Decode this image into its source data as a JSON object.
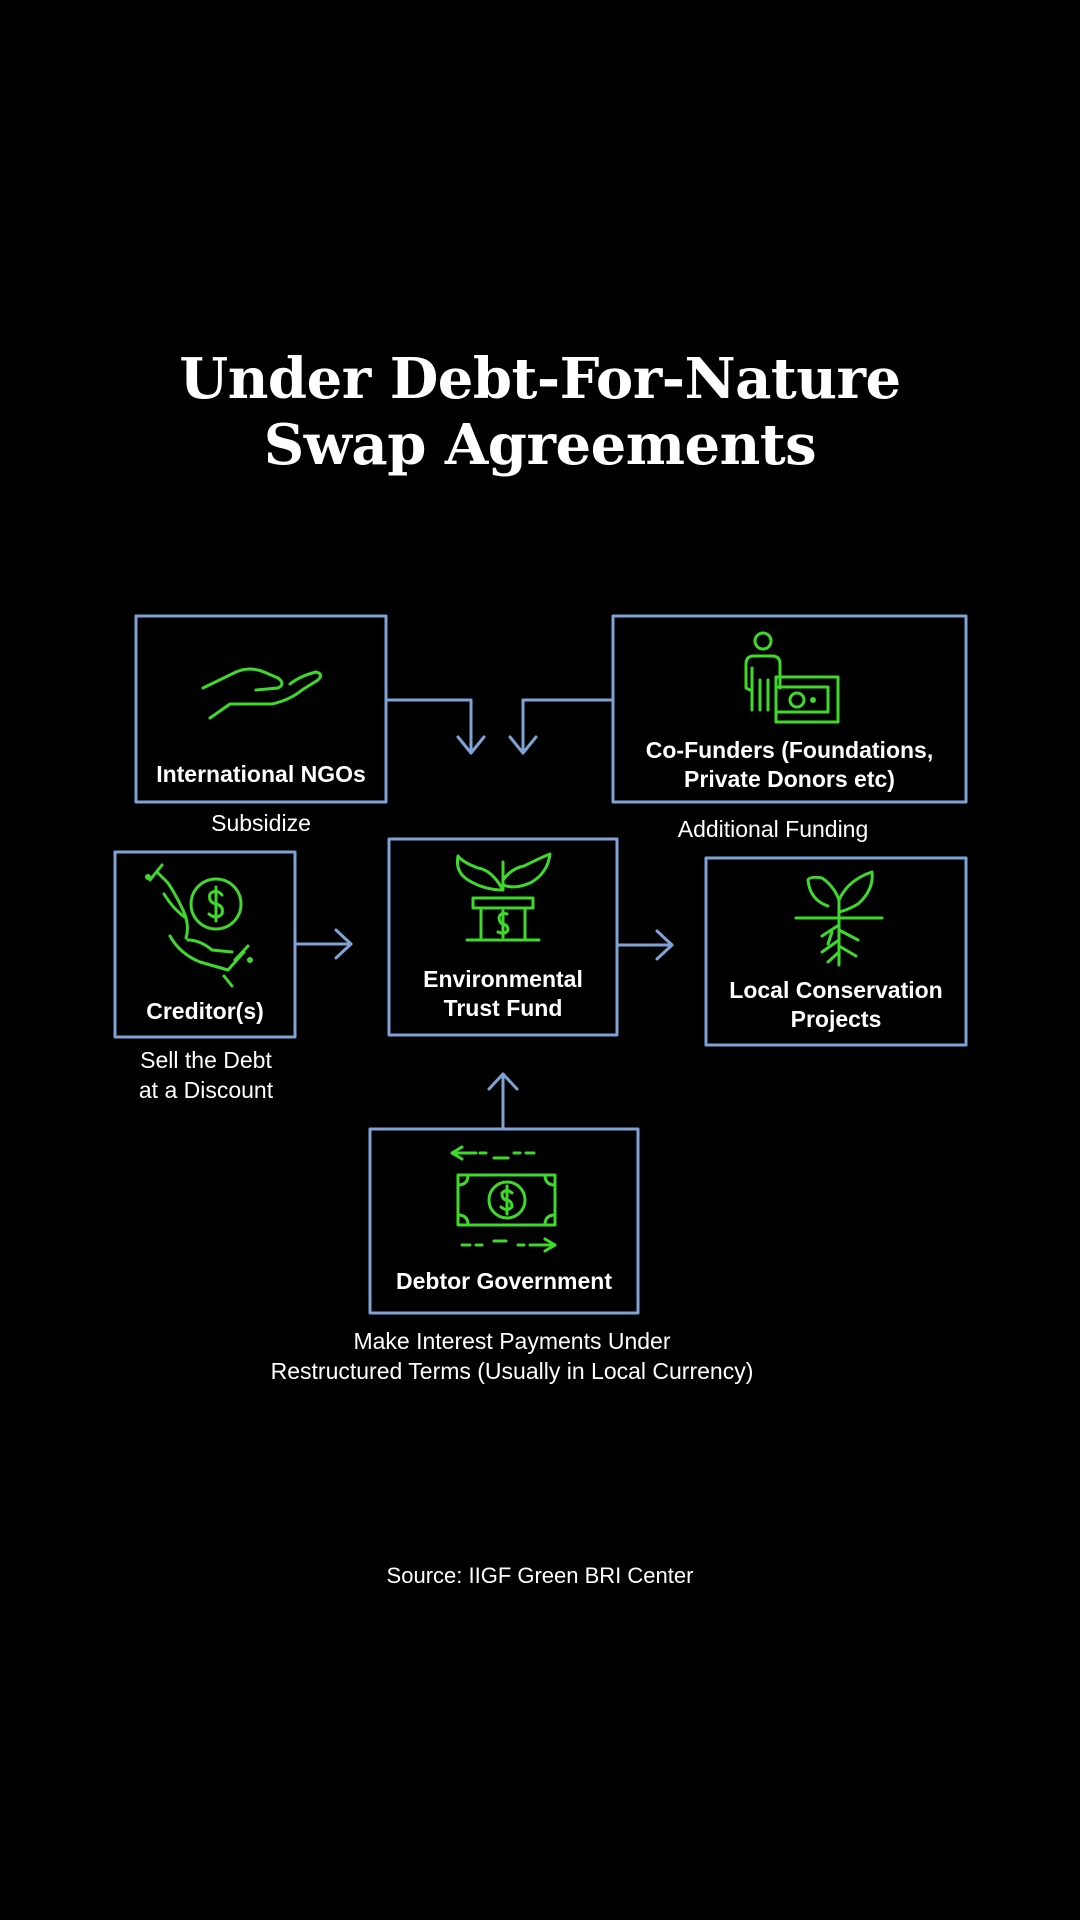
{
  "title": {
    "line1": "Under Debt-For-Nature",
    "line2": "Swap Agreements"
  },
  "nodes": {
    "ngos": {
      "label": "International NGOs",
      "icon": "open-hand-icon"
    },
    "cofunders": {
      "label_line1": "Co-Funders (Foundations,",
      "label_line2": "Private Donors etc)",
      "icon": "person-with-cash-icon"
    },
    "creditors": {
      "label": "Creditor(s)",
      "icon": "hand-giving-coin-icon"
    },
    "trust_fund": {
      "label_line1": "Environmental",
      "label_line2": "Trust Fund",
      "icon": "potted-plant-dollar-icon"
    },
    "local_projects": {
      "label_line1": "Local Conservation",
      "label_line2": "Projects",
      "icon": "sprout-with-roots-icon"
    },
    "debtor": {
      "label": "Debtor Government",
      "icon": "banknote-exchange-icon"
    }
  },
  "edges": {
    "subsidize": "Subsidize",
    "additional_funding": "Additional Funding",
    "sell_debt_line1": "Sell the Debt",
    "sell_debt_line2": "at a Discount",
    "interest_line1": "Make Interest Payments Under",
    "interest_line2": "Restructured Terms (Usually in Local Currency)"
  },
  "source": "Source: IIGF Green BRI Center",
  "colors": {
    "background": "#000000",
    "box_stroke": "#7fa3d4",
    "icon": "#3fd92b",
    "text": "#ffffff"
  }
}
